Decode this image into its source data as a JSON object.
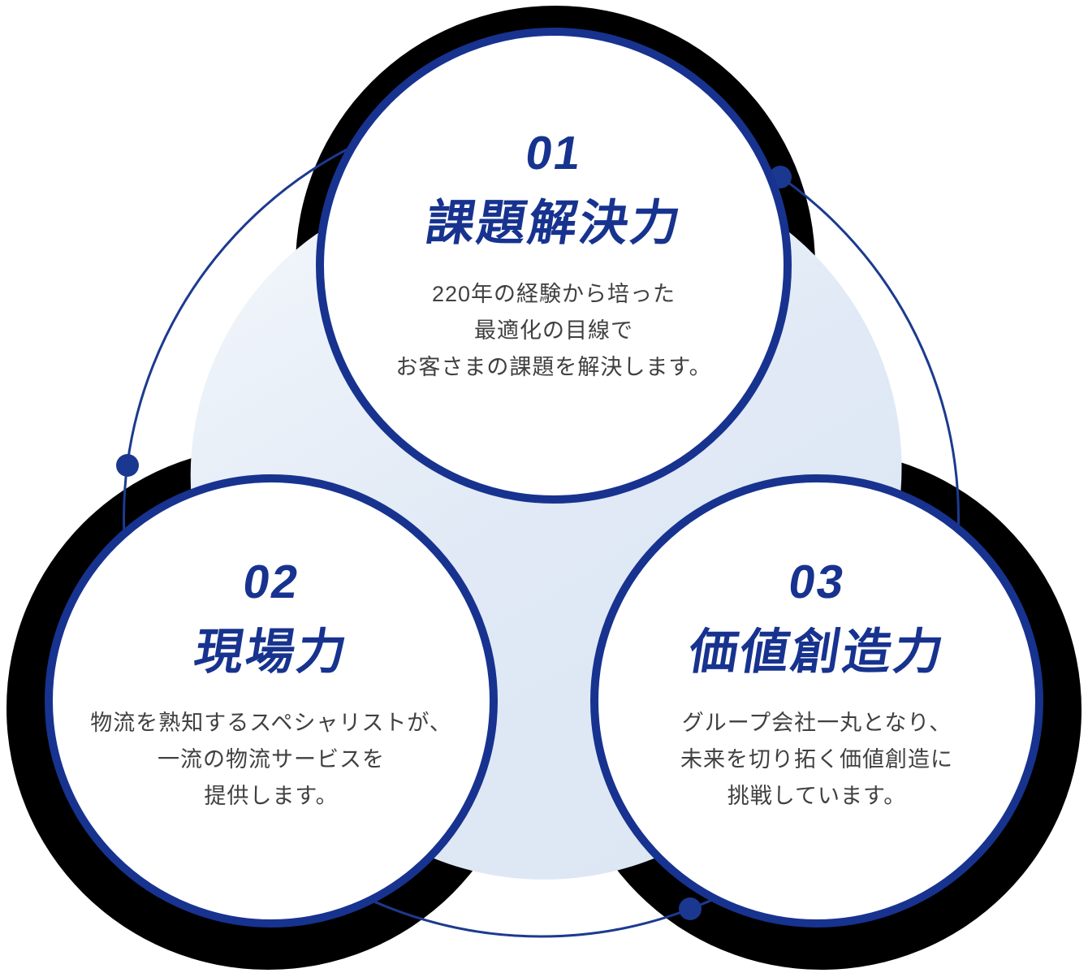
{
  "diagram": {
    "description_colors": {
      "navy_accent": "#17338F",
      "shadow_black": "#000000",
      "blob_light": "#F2F6FB",
      "blob_deep": "#DCE7F4",
      "body_text": "#404040",
      "circle_fill": "#FFFFFF"
    },
    "circles": [
      {
        "number": "01",
        "title": "課題解決力",
        "body": [
          "220年の経験から培った",
          "最適化の目線で",
          "お客さまの課題を解決します。"
        ]
      },
      {
        "number": "02",
        "title": "現場力",
        "body": [
          "物流を熟知するスペシャリストが、",
          "一流の物流サービスを",
          "提供します。"
        ]
      },
      {
        "number": "03",
        "title": "価値創造力",
        "body": [
          "グループ会社一丸となり、",
          "未来を切り拓く価値創造に",
          "挑戦しています。"
        ]
      }
    ]
  }
}
